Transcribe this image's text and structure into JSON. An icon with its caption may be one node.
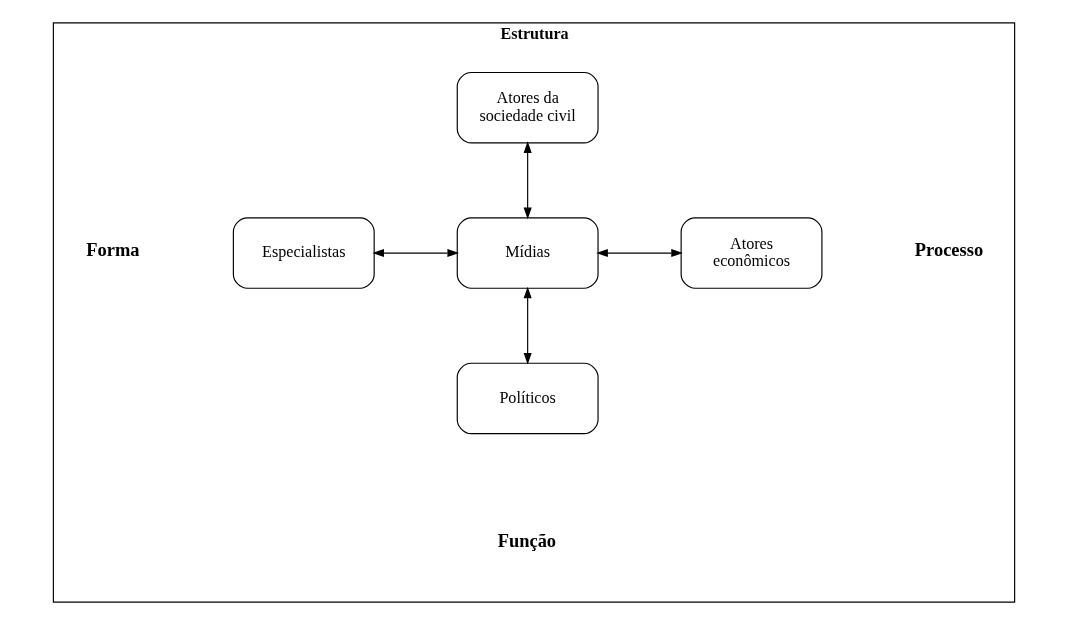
{
  "diagram": {
    "nodes": [
      {
        "text": [
          "Estrutura",
          "Forma",
          "Processo",
          "Função"
        ]
      },
      {
        "text": [
          "Atores da sociedade civil"
        ],
        "in": 0
      },
      {
        "text": [
          "Especialistas"
        ],
        "in": 0
      },
      {
        "text": [
          "Mídias"
        ],
        "in": 0
      },
      {
        "text": [
          "Atores econômicos"
        ],
        "in": 0
      },
      {
        "text": [
          "Políticos"
        ],
        "in": 0
      }
    ],
    "edges": [
      {
        "from": 1,
        "to": 3,
        "arrow": "both"
      },
      {
        "from": 2,
        "to": 3,
        "arrow": "both"
      },
      {
        "from": 3,
        "to": 4,
        "arrow": "both"
      },
      {
        "from": 3,
        "to": 5,
        "arrow": "both"
      }
    ]
  }
}
